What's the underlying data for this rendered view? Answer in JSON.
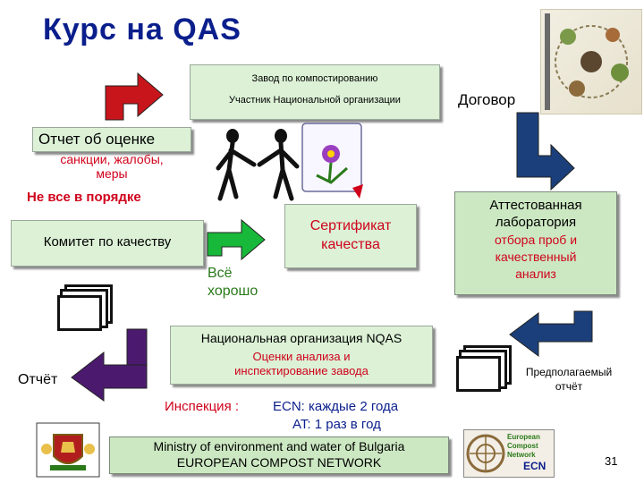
{
  "title": "Курс на QAS",
  "top_box": {
    "line1": "Завод по компостированию",
    "line2": "Участник Национальной организации"
  },
  "contract": "Договор",
  "report_assessment": "Отчет об оценке",
  "sanctions": "санкции, жалобы,\nмеры",
  "not_ok": "Не все в порядке",
  "quality_committee": "Комитет по качеству",
  "certificate": "Сертификат\nкачества",
  "all_good": "Всё\nхорошо",
  "lab": {
    "line1": "Аттестованная",
    "line2": "лаборатория",
    "line3": "отбора проб и\nкачественный\nанализ"
  },
  "nqas": {
    "line1": "Национальная организация NQAS",
    "line2": "Оценки анализа и\nинспектирование завода"
  },
  "report": "Отчёт",
  "expected_report": "Предполагаемый\nотчёт",
  "inspection": {
    "label": "Инспекция :",
    "ecn": "ECN:  каждые 2 года",
    "at": "AT:  1 раз в год"
  },
  "footer_box": {
    "line1": "Ministry of environment and water of Bulgaria",
    "line2": "EUROPEAN COMPOST NETWORK"
  },
  "ecn_logo": {
    "line1": "European",
    "line2": "Compost",
    "line3": "Network",
    "abbr": "ECN"
  },
  "page_number": "31",
  "colors": {
    "title": "#0b1f8c",
    "red_text": "#d0021b",
    "green_text": "#2a7a1a",
    "box_fill": "#dcf1d6",
    "red_arrow": "#c8151b",
    "blue_arrow": "#1b3f7a",
    "green_arrow": "#18b83a",
    "purple_arrow": "#4b1a6e"
  }
}
